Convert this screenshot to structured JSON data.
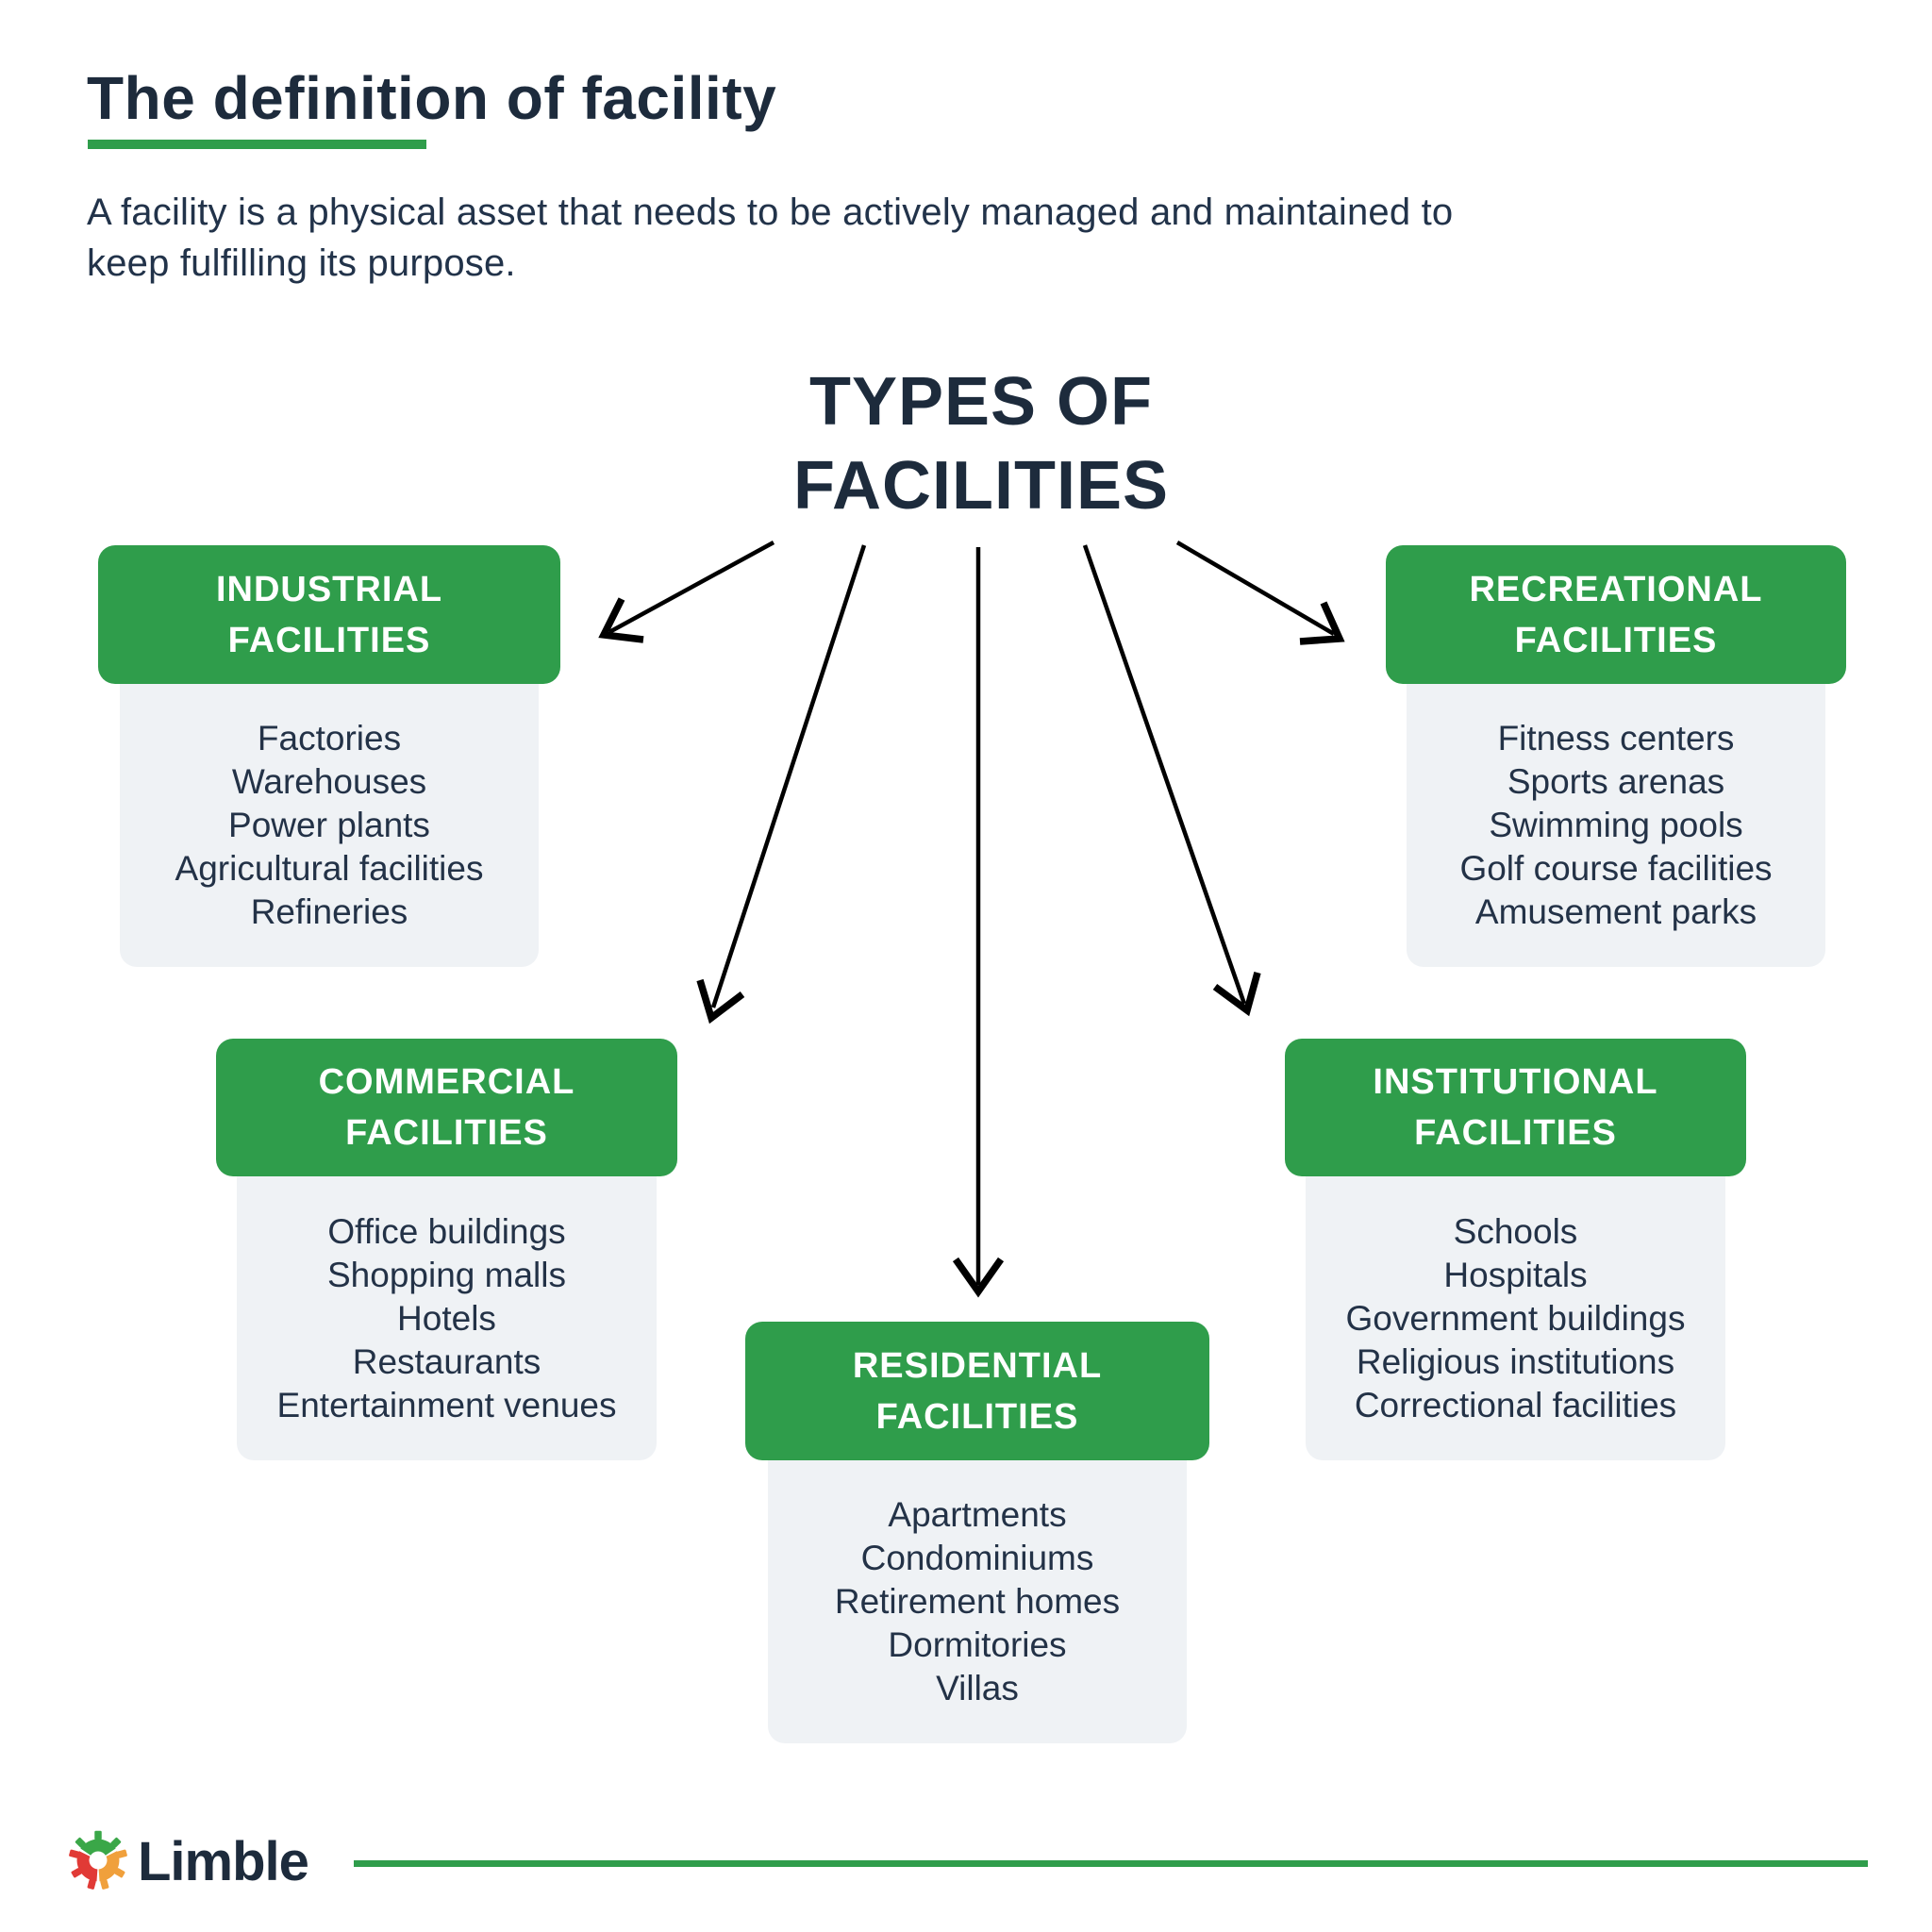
{
  "page": {
    "title": "The definition of facility",
    "intro_lines": [
      "A facility is a physical asset that needs to be actively managed and maintained to",
      "keep fulfilling its purpose."
    ],
    "diagram_title": "TYPES OF FACILITIES"
  },
  "categories": [
    {
      "title": "INDUSTRIAL FACILITIES",
      "items": [
        "Factories",
        "Warehouses",
        "Power plants",
        "Agricultural facilities",
        "Refineries"
      ]
    },
    {
      "title": "RECREATIONAL FACILITIES",
      "items": [
        "Fitness centers",
        "Sports arenas",
        "Swimming pools",
        "Golf course facilities",
        "Amusement parks"
      ]
    },
    {
      "title": "COMMERCIAL FACILITIES",
      "items": [
        "Office buildings",
        "Shopping malls",
        "Hotels",
        "Restaurants",
        "Entertainment venues"
      ]
    },
    {
      "title": "INSTITUTIONAL FACILITIES",
      "items": [
        "Schools",
        "Hospitals",
        "Government buildings",
        "Religious institutions",
        "Correctional facilities"
      ]
    },
    {
      "title": "RESIDENTIAL FACILITIES",
      "items": [
        "Apartments",
        "Condominiums",
        "Retirement homes",
        "Dormitories",
        "Villas"
      ]
    }
  ],
  "footer": {
    "brand": "Limble"
  },
  "colors": {
    "accent_green": "#2f9d4b",
    "panel_gray": "#eff2f5",
    "text_navy": "#1d2b3c",
    "arrow_black": "#000000",
    "logo_green": "#3aa748",
    "logo_red": "#e13a36",
    "logo_orange": "#f0a03c"
  }
}
